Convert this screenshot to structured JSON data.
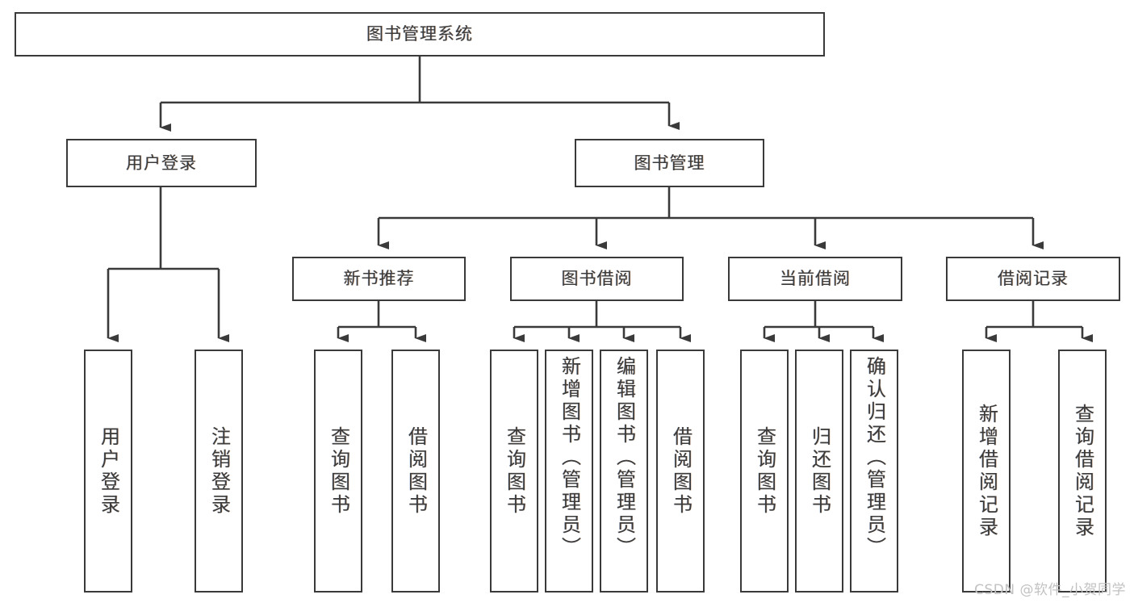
{
  "diagram": {
    "title": "图书管理系统",
    "type": "functional-decomposition-tree",
    "watermark": "CSDN @软件_小贺同学",
    "colors": {
      "box_border": "#3a3a3a",
      "box_fill": "#ffffff",
      "text": "#3b3b3b",
      "connector": "#3a3a3a",
      "watermark": "#c2c2c2",
      "background": "#ffffff"
    },
    "root": {
      "label": "图书管理系统"
    },
    "level2": [
      {
        "label": "用户登录"
      },
      {
        "label": "图书管理"
      }
    ],
    "level3": [
      {
        "label": "新书推荐"
      },
      {
        "label": "图书借阅"
      },
      {
        "label": "当前借阅"
      },
      {
        "label": "借阅记录"
      }
    ],
    "leaves": {
      "user_login": [
        {
          "label": "用户登录"
        },
        {
          "label": "注销登录"
        }
      ],
      "new_book_recommend": [
        {
          "label": "查询图书"
        },
        {
          "label": "借阅图书"
        }
      ],
      "book_borrow": [
        {
          "label": "查询图书"
        },
        {
          "label": "新增图书（管理员）"
        },
        {
          "label": "编辑图书（管理员）"
        },
        {
          "label": "借阅图书"
        }
      ],
      "current_borrow": [
        {
          "label": "查询图书"
        },
        {
          "label": "归还图书"
        },
        {
          "label": "确认归还（管理员）"
        }
      ],
      "borrow_record": [
        {
          "label": "新增借阅记录"
        },
        {
          "label": "查询借阅记录"
        }
      ]
    }
  }
}
